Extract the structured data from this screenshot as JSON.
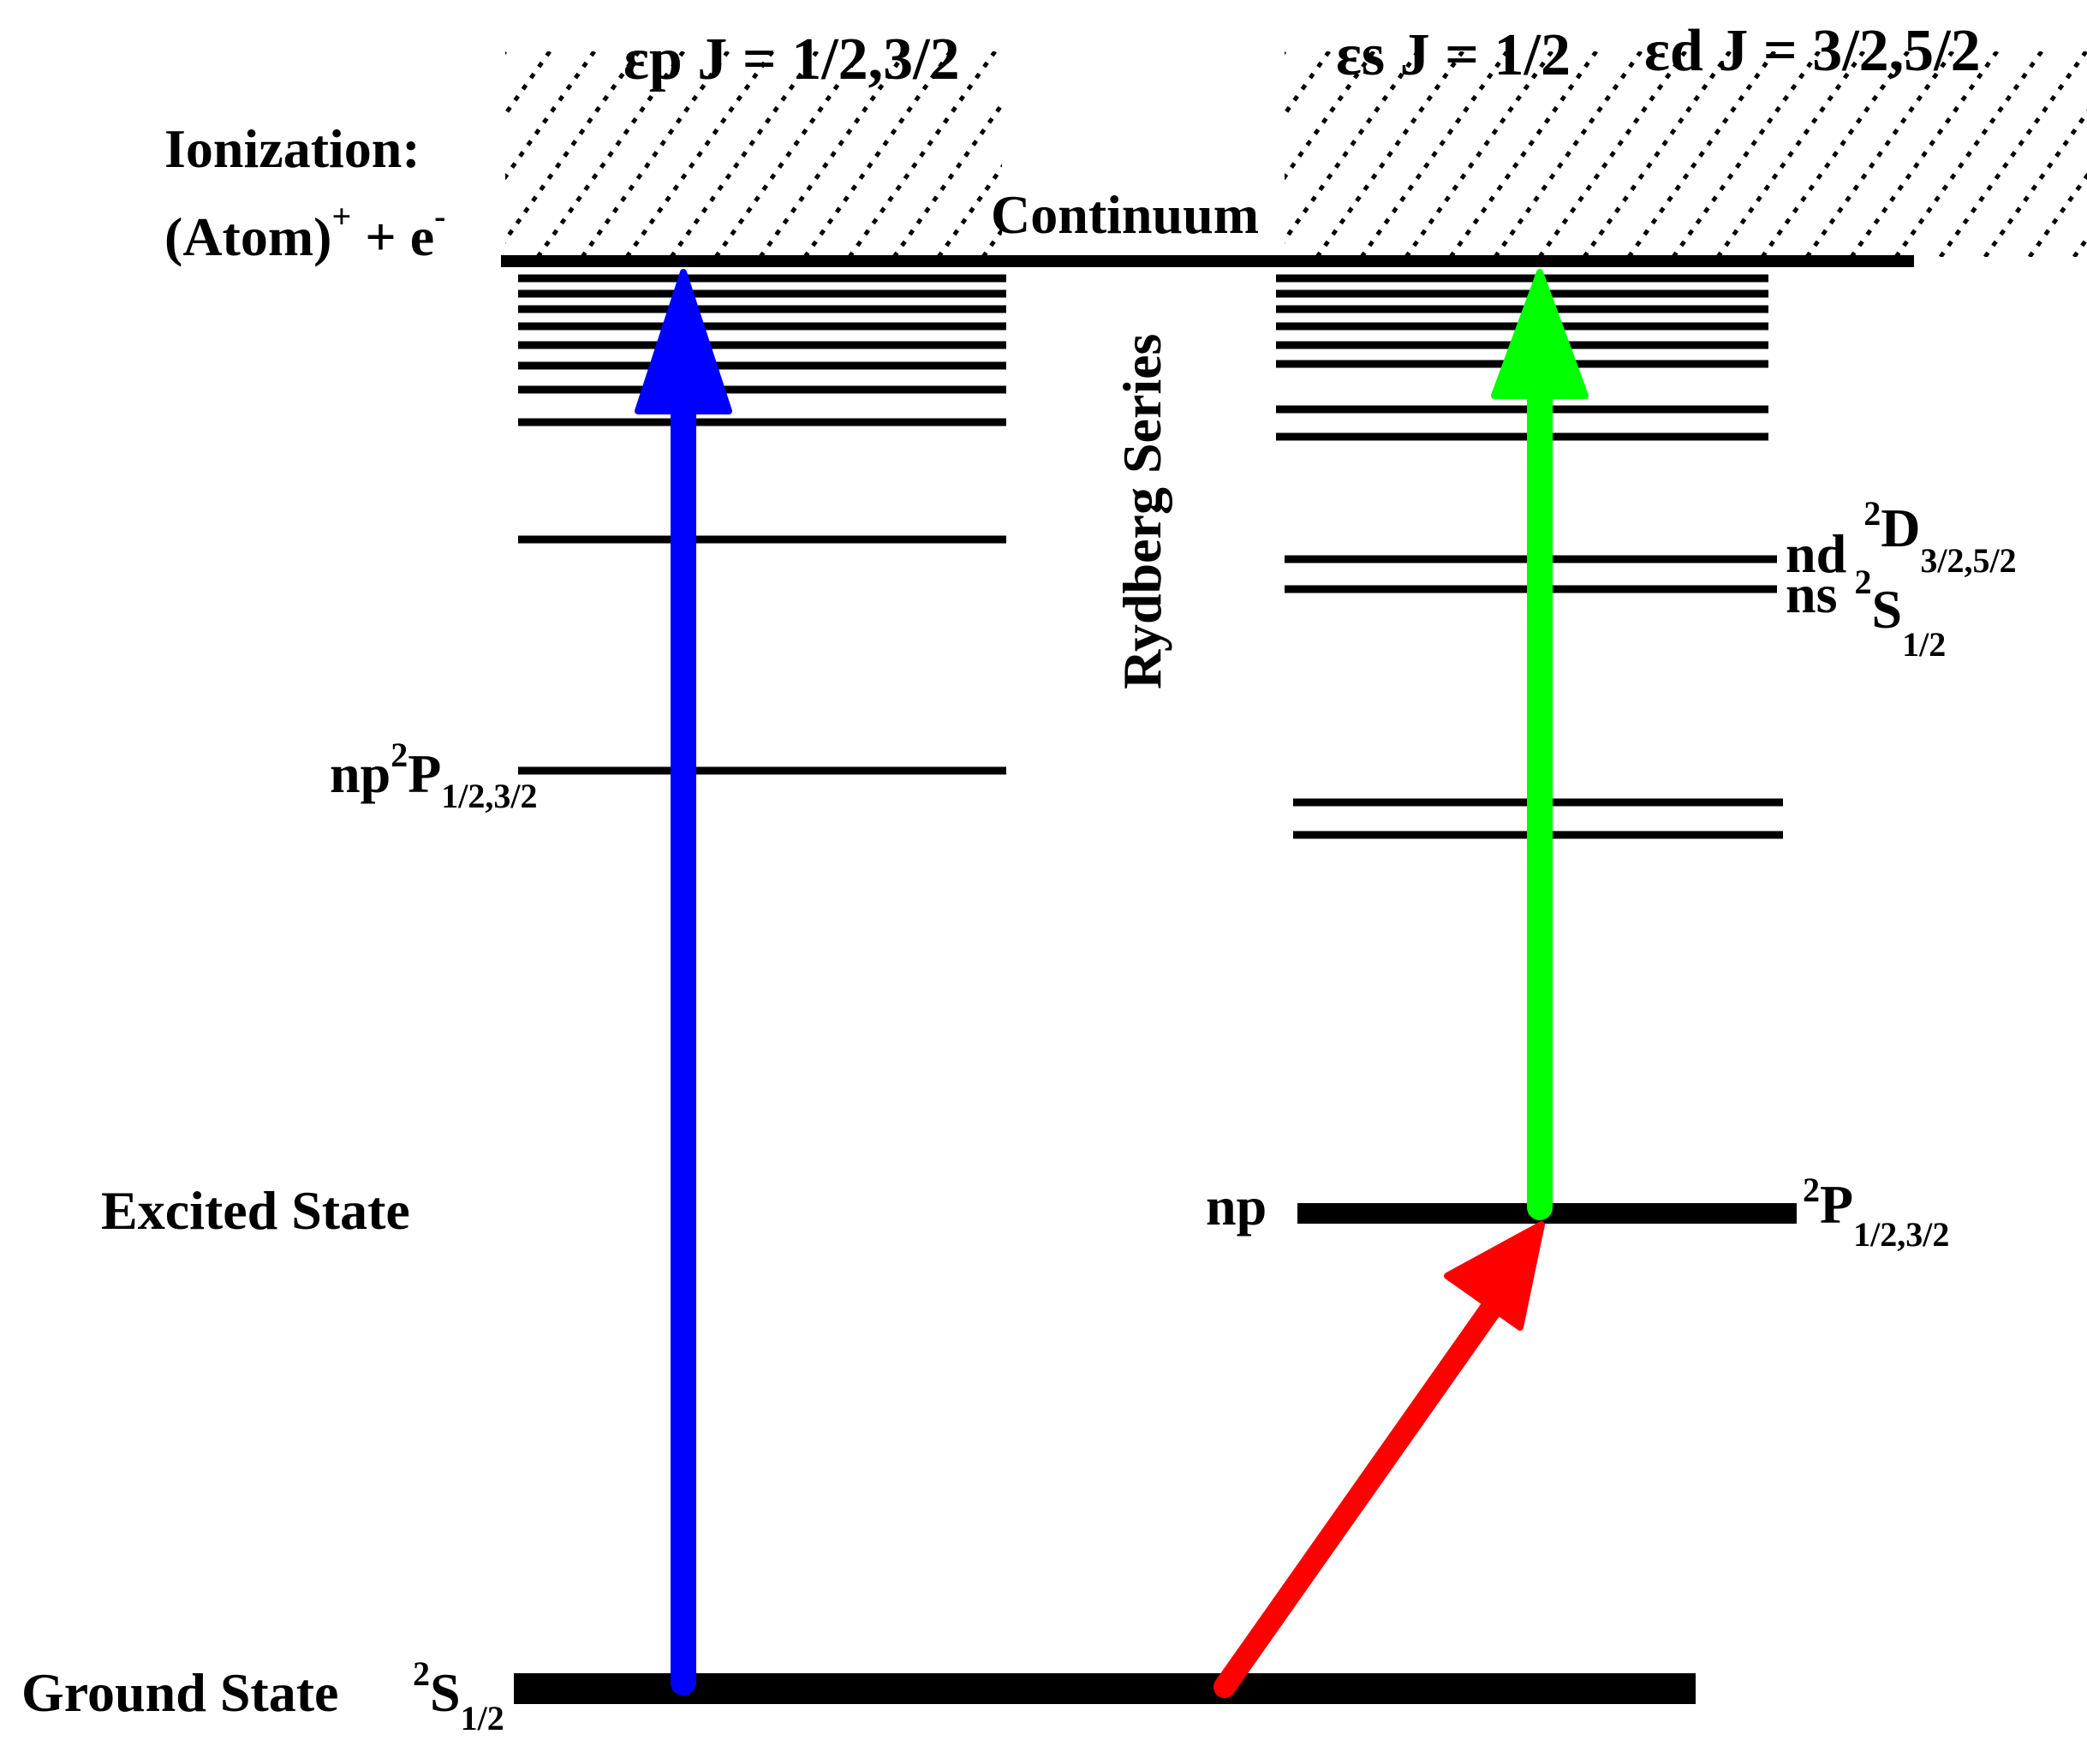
{
  "labels": {
    "continuum_ep": "εp J = 1/2,3/2",
    "continuum_es": "εs J = 1/2",
    "continuum_ed": "εd J = 3/2,5/2",
    "ionization_title": "Ionization:",
    "ionization_atom": "(Atom)",
    "ionization_plus_sup": "+",
    "ionization_plus_e": " + e",
    "ionization_minus_sup": "-",
    "continuum": "Continuum",
    "rydberg_series": "Rydberg Series",
    "nd": "nd",
    "nd_sup": "2",
    "nd_term": "D",
    "nd_sub": "3/2,5/2",
    "ns": "ns",
    "ns_sup": "2",
    "ns_term": "S",
    "ns_sub": "1/2",
    "np_left": "np",
    "np_left_sup": "2",
    "np_left_term": "P",
    "np_left_sub": "1/2,3/2",
    "excited_state": "Excited State",
    "np_right": "np",
    "np_right_sup": "2",
    "np_right_term": "P",
    "np_right_sub": "1/2,3/2",
    "ground_state": "Ground State",
    "ground_sup": "2",
    "ground_term": "S",
    "ground_sub": "1/2"
  },
  "colors": {
    "blue_arrow": "#0000ff",
    "green_arrow": "#00ff00",
    "red_arrow": "#ff0000",
    "levels": "#000000"
  }
}
